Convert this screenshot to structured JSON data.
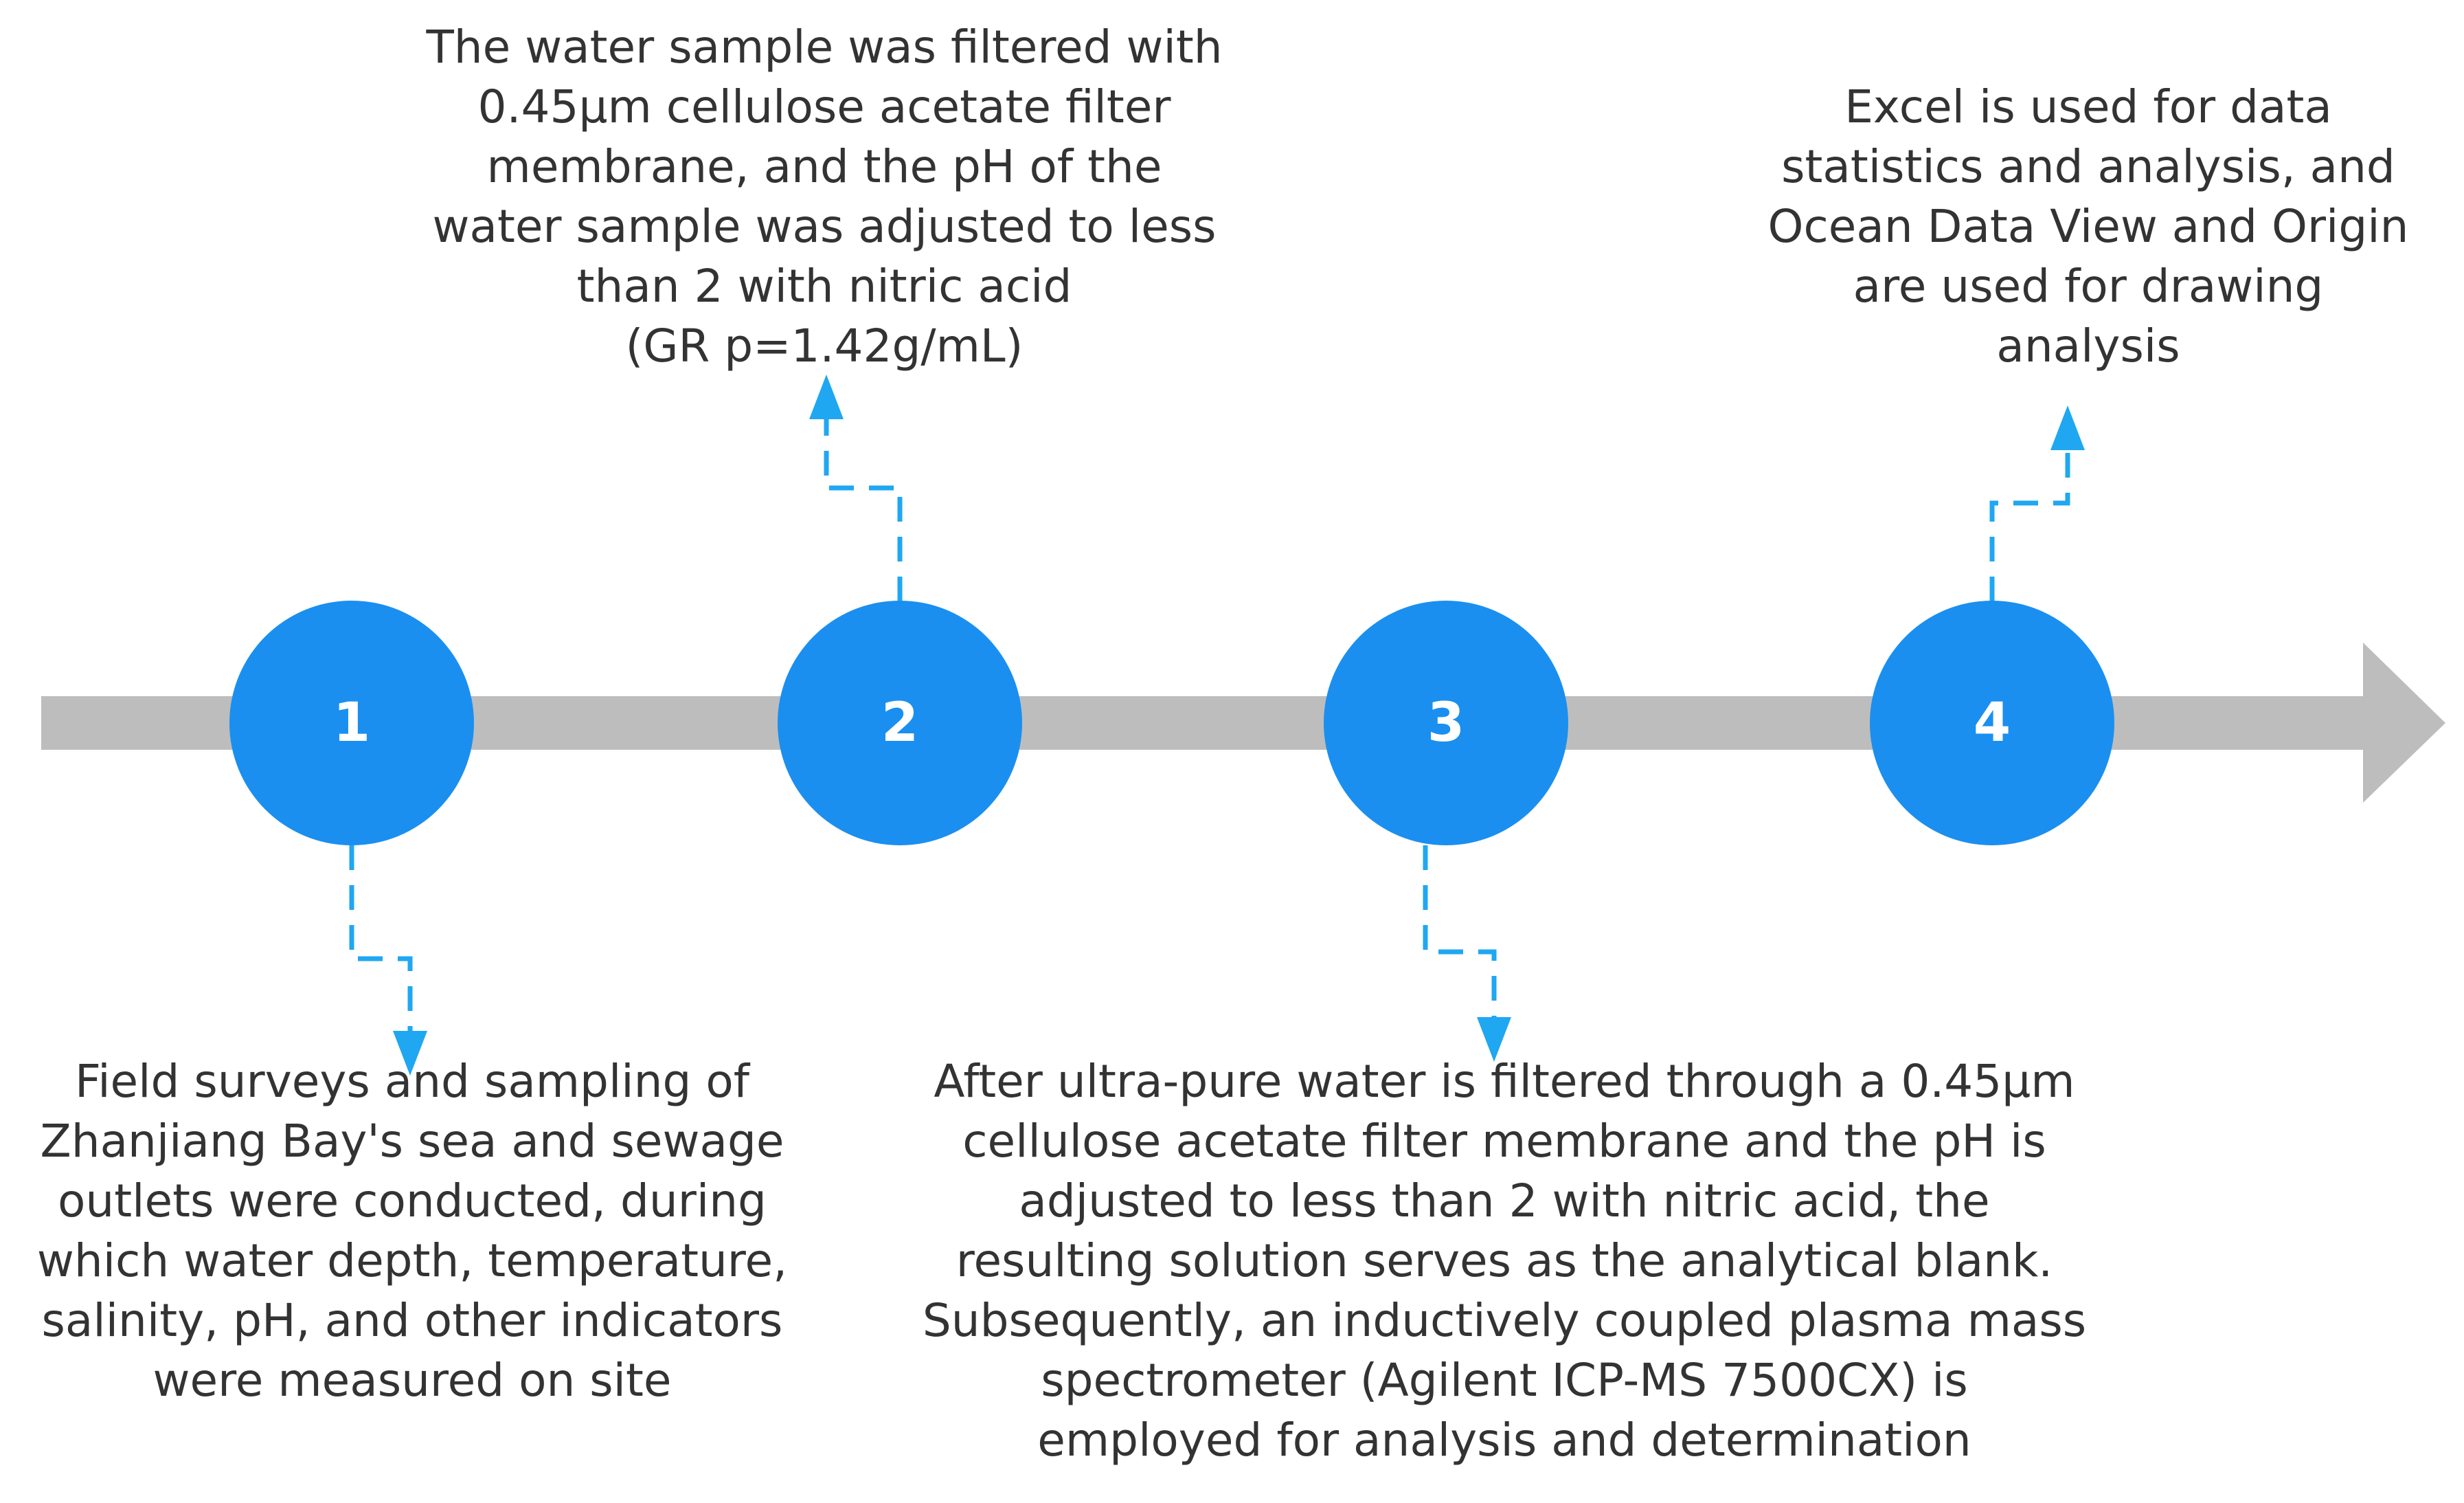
{
  "colors": {
    "timeline": "#BDBDBD",
    "circle": "#1A8FF0",
    "connector": "#1FA7F2",
    "text": "#333333"
  },
  "steps": [
    {
      "number": "1",
      "text": "Field surveys and sampling of\nZhanjiang Bay's sea and sewage\noutlets were conducted, during\nwhich water depth, temperature,\nsalinity, pH, and other indicators\nwere measured on site"
    },
    {
      "number": "2",
      "text": "The water sample was filtered with\n0.45μm cellulose acetate filter\nmembrane, and the pH of the\nwater sample was adjusted to less\nthan 2 with nitric acid\n(GR p=1.42g/mL)"
    },
    {
      "number": "3",
      "text": "After ultra-pure water is filtered through a 0.45μm\ncellulose acetate filter membrane and the pH is\nadjusted to less than 2 with nitric acid, the\nresulting solution serves as the analytical blank.\nSubsequently, an inductively coupled plasma mass\nspectrometer (Agilent ICP-MS 7500CX) is\nemployed for analysis and determination"
    },
    {
      "number": "4",
      "text": "Excel is used for data\nstatistics and analysis, and\nOcean Data View and Origin\nare used for drawing\nanalysis"
    }
  ]
}
